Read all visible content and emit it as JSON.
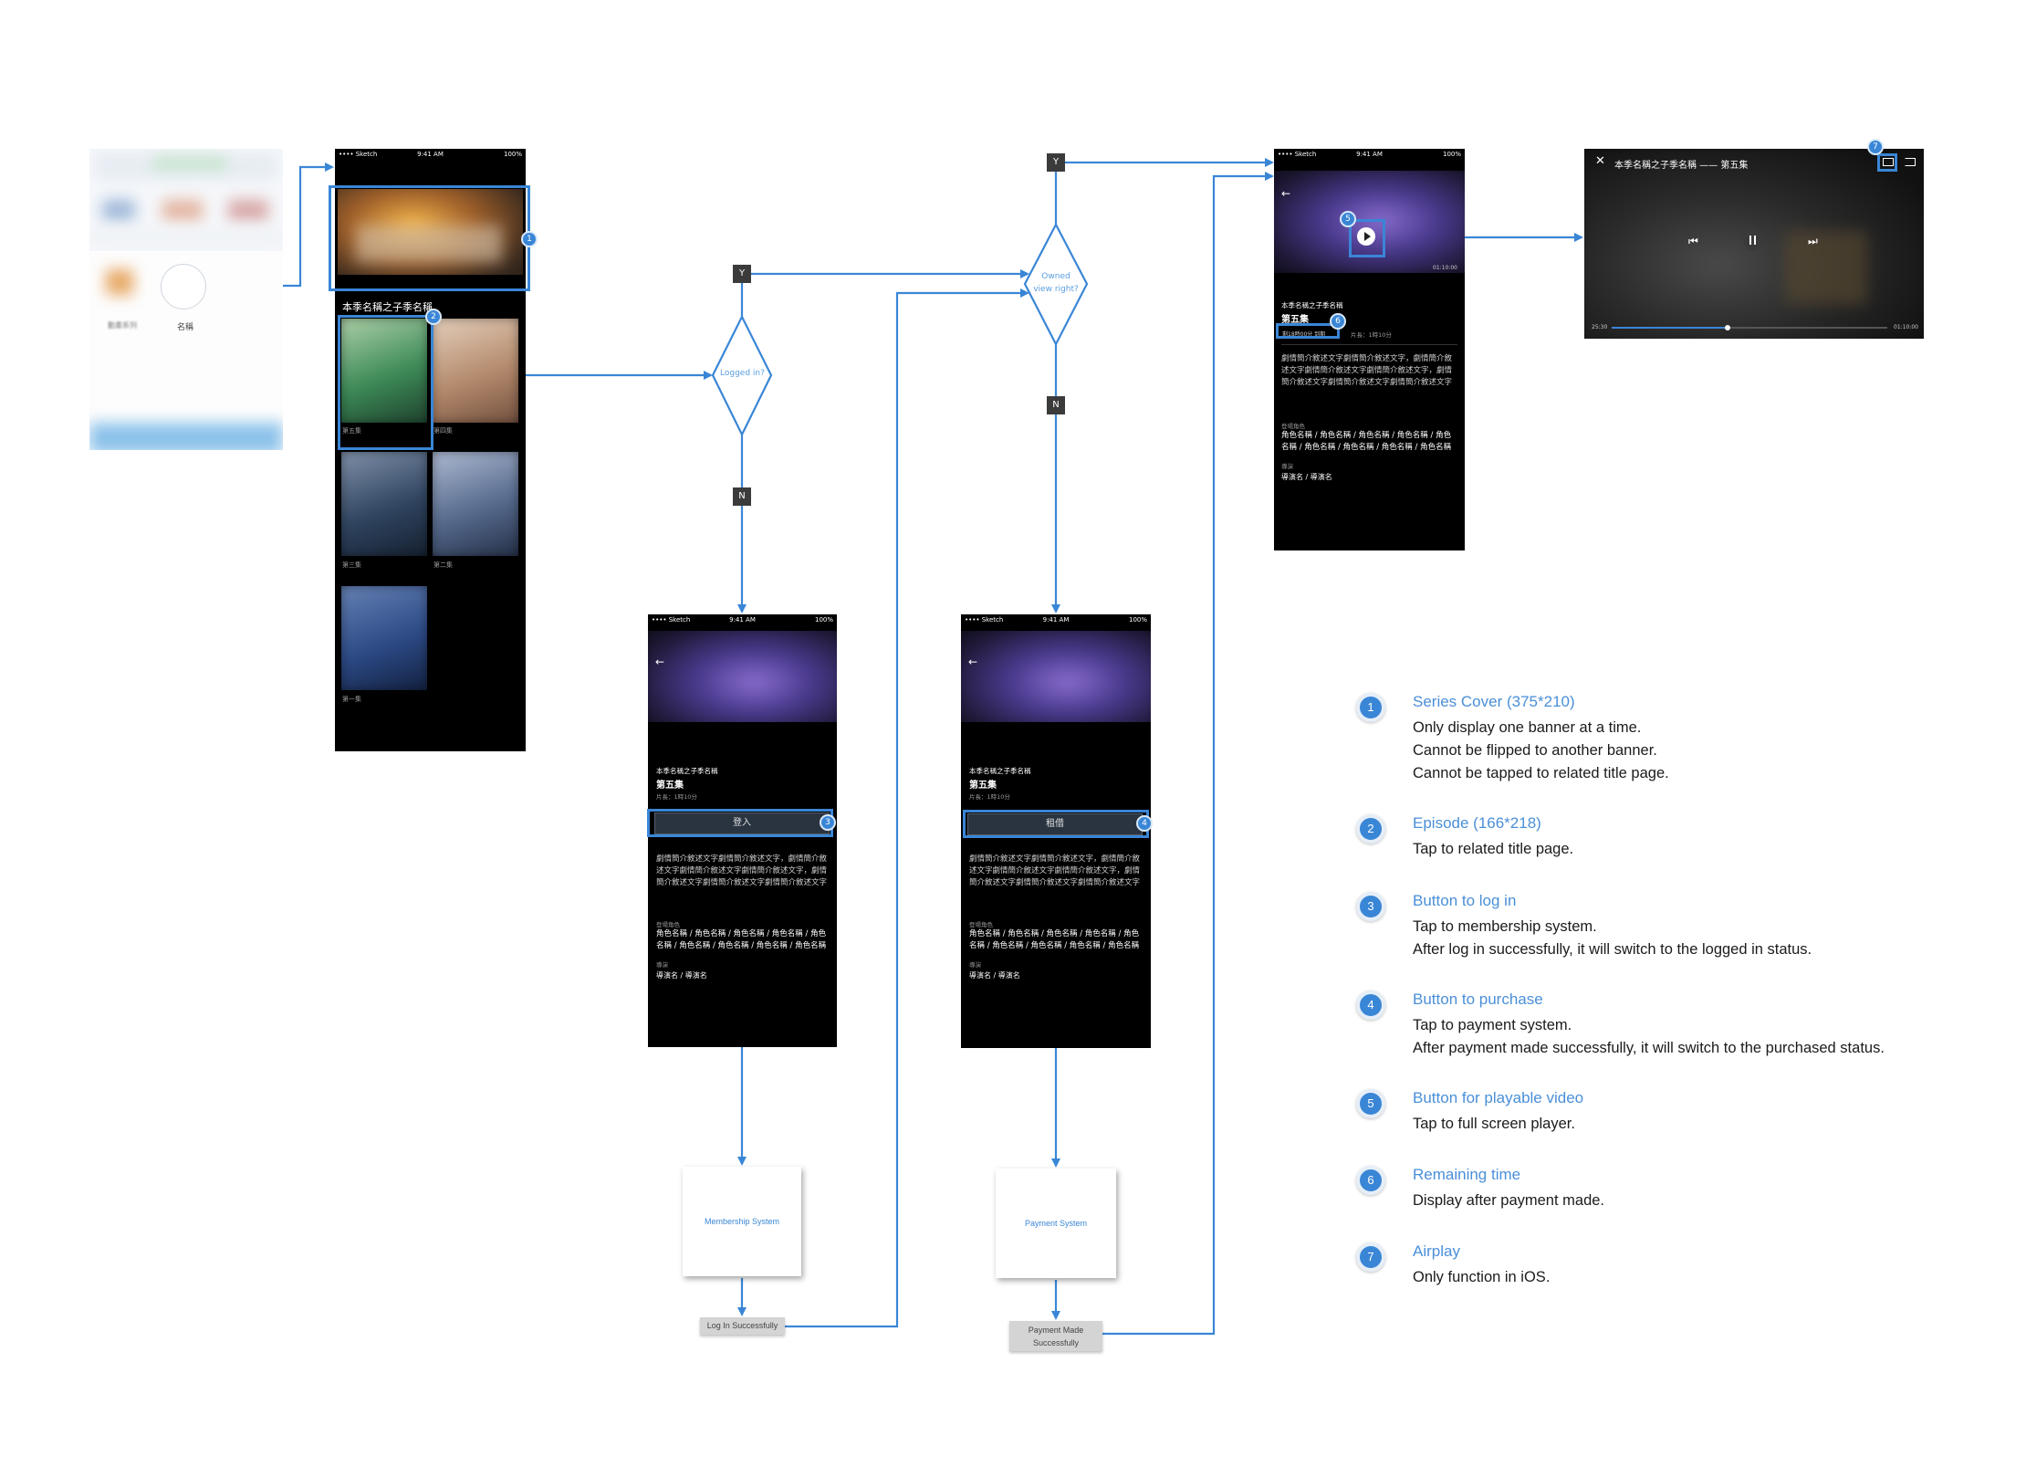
{
  "status_bar": {
    "carrier": "•••• Sketch",
    "time": "9:41 AM",
    "battery": "100%"
  },
  "home": {
    "cat_a": "動畫系列",
    "cat_b": "名稱"
  },
  "series": {
    "header": "本季名稱之子季名稱",
    "episodes": [
      "第五集",
      "第四集",
      "第三集",
      "第二集",
      "第一集"
    ]
  },
  "decisions": {
    "logged_in": "Logged in?",
    "owned": "Owned view right?",
    "yes": "Y",
    "no": "N"
  },
  "detail": {
    "series_name": "本季名稱之子季名稱",
    "episode": "第五集",
    "length": "片長：1時10分",
    "remaining": "剩18時00分 到期",
    "login_button": "登入",
    "rent_button": "租借",
    "synopsis": "劇情簡介敘述文字劇情簡介敘述文字，劇情簡介敘述文字劇情簡介敘述文字劇情簡介敘述文字，劇情簡介敘述文字劇情簡介敘述文字劇情簡介敘述文字",
    "cast_label": "登場角色",
    "cast": "角色名稱 / 角色名稱 / 角色名稱 / 角色名稱 / 角色名稱 / 角色名稱 / 角色名稱 / 角色名稱 / 角色名稱",
    "director_label": "導演",
    "director": "導演名 / 導演名",
    "duration": "01:10:00"
  },
  "player": {
    "title": "本季名稱之子季名稱 —— 第五集",
    "elapsed": "25:30",
    "total": "01:10:00",
    "progress": 0.42
  },
  "systems": {
    "membership": "Membership System",
    "payment": "Payment System",
    "login_ok": "Log In Successfully",
    "payment_ok": "Payment Made Successfully"
  },
  "colors": {
    "accent": "#3a86d6",
    "background": "#000000"
  },
  "legend": [
    {
      "num": "1",
      "title": "Series Cover (375*210)",
      "lines": [
        "Only display one banner at a time.",
        "Cannot be flipped to another banner.",
        "Cannot be tapped to related title page."
      ]
    },
    {
      "num": "2",
      "title": "Episode (166*218)",
      "lines": [
        "Tap to related title page."
      ]
    },
    {
      "num": "3",
      "title": "Button to log in",
      "lines": [
        "Tap to membership system.",
        "After log in successfully, it will switch to the logged in status."
      ]
    },
    {
      "num": "4",
      "title": "Button to purchase",
      "lines": [
        "Tap to payment system.",
        "After payment made successfully, it will switch to the purchased status."
      ]
    },
    {
      "num": "5",
      "title": "Button for playable video",
      "lines": [
        "Tap to full screen player."
      ]
    },
    {
      "num": "6",
      "title": "Remaining time",
      "lines": [
        "Display after payment made."
      ]
    },
    {
      "num": "7",
      "title": "Airplay",
      "lines": [
        "Only function in iOS."
      ]
    }
  ]
}
